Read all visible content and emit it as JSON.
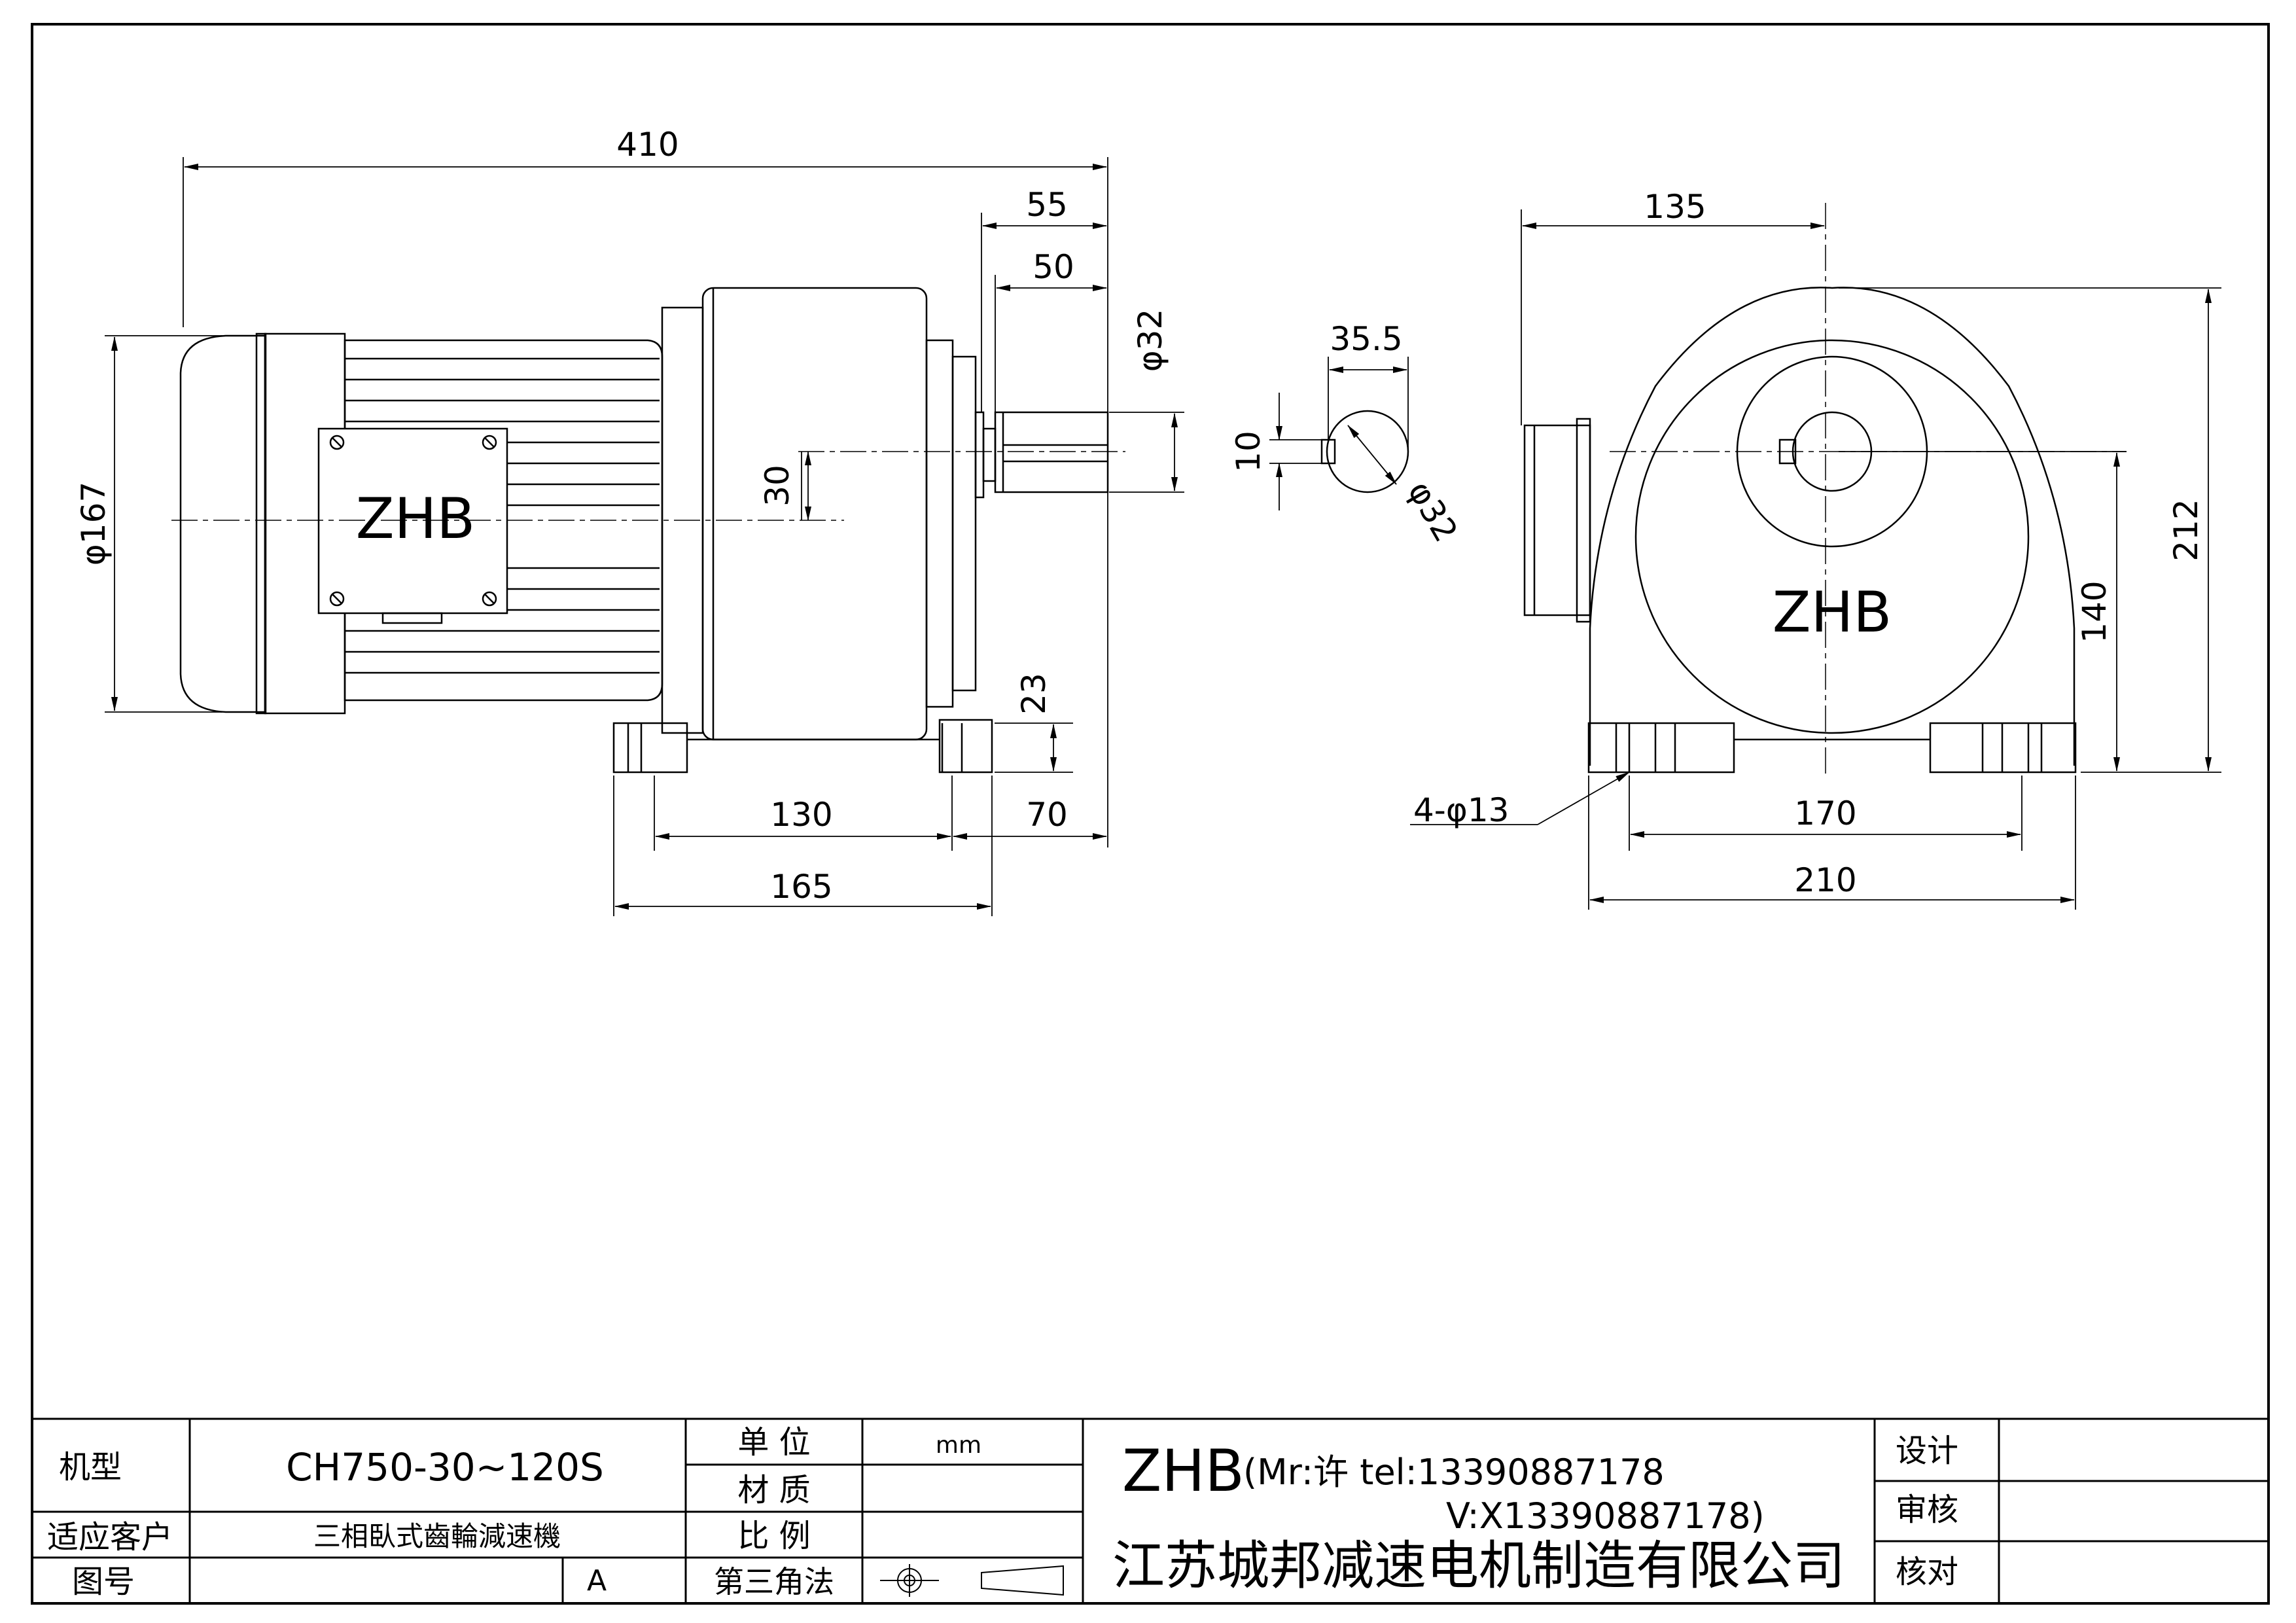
{
  "side_view": {
    "brand": "ZHB",
    "dims": {
      "overall_length": "410",
      "shaft_55": "55",
      "shaft_50": "50",
      "shaft_dia": "φ32",
      "motor_dia": "φ167",
      "center_30": "30",
      "foot_23": "23",
      "base_130": "130",
      "base_70": "70",
      "base_165": "165"
    }
  },
  "shaft_section": {
    "dims": {
      "width_35_5": "35.5",
      "key_10": "10",
      "dia_32": "φ32"
    }
  },
  "front_view": {
    "brand": "ZHB",
    "dims": {
      "w_135": "135",
      "h_212": "212",
      "h_140": "140",
      "holes": "4-φ13",
      "w_170": "170",
      "w_210": "210"
    }
  },
  "title_block": {
    "model_label": "机型",
    "model_value": "CH750-30~120S",
    "customer_label": "适应客户",
    "customer_value": "三相臥式齒輪減速機",
    "drawing_no_label": "图号",
    "drawing_no_value": "A",
    "unit_label": "单  位",
    "unit_value": "mm",
    "material_label": "材  质",
    "material_value": "",
    "scale_label": "比  例",
    "scale_value": "",
    "projection_label": "第三角法",
    "company_brand": "ZHB",
    "contact_line1": "(Mr:许 tel:13390887178",
    "contact_line2": "V:X13390887178)",
    "company_name": "江苏城邦减速电机制造有限公司",
    "design_label": "设计",
    "review_label": "审核",
    "check_label": "核对",
    "design_value": "",
    "review_value": "",
    "check_value": ""
  }
}
